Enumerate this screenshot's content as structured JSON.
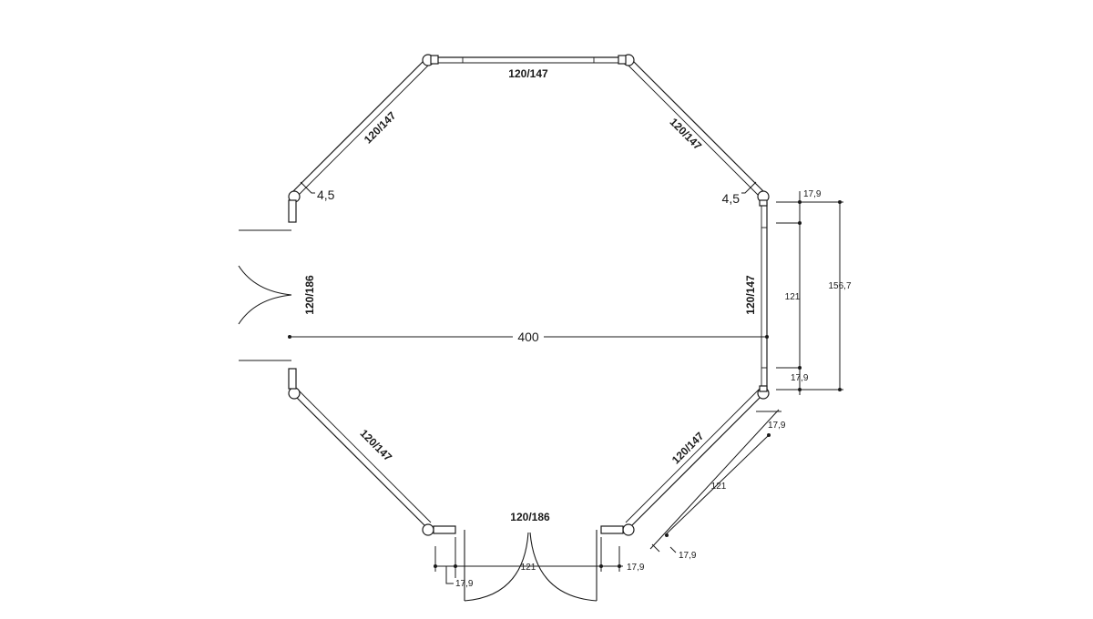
{
  "labels": {
    "wall_top": "120/147",
    "wall_top_left": "120/147",
    "wall_top_right": "120/147",
    "wall_right": "120/147",
    "wall_bottom_left": "120/147",
    "wall_bottom_right": "120/147",
    "door_left": "120/186",
    "door_bottom": "120/186",
    "gap_left": "4,5",
    "gap_right": "4,5",
    "width_overall": "400",
    "right_top_offset": "17,9",
    "right_inner": "121",
    "right_total": "156,7",
    "right_bottom_offset": "17,9",
    "diag_top_offset": "17,9",
    "diag_inner": "121",
    "diag_bottom_offset": "17,9",
    "bottom_inner": "121",
    "bottom_left_offset": "17,9",
    "bottom_right_offset": "17,9"
  }
}
